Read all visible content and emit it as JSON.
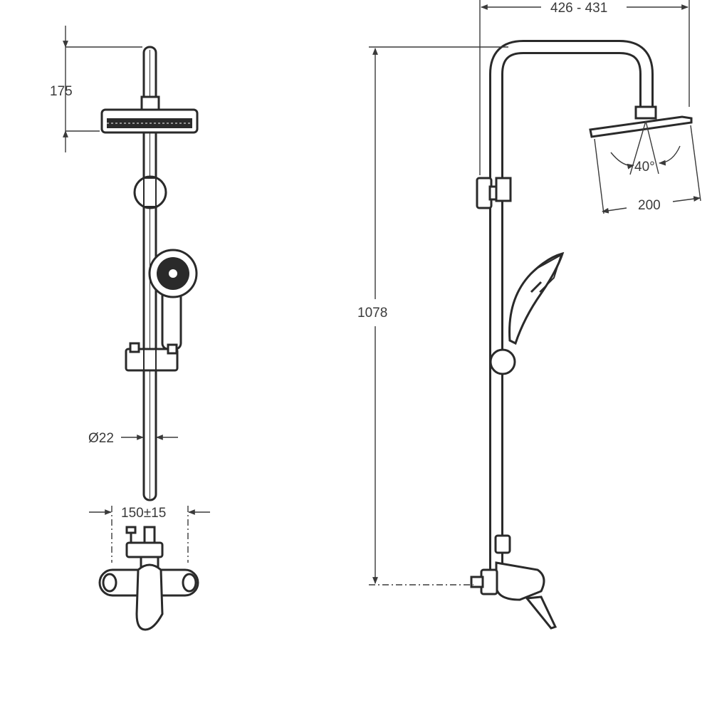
{
  "dimensions": {
    "head_drop": "175",
    "pipe_diameter": "Ø22",
    "inlet_spacing": "150±15",
    "total_height": "1078",
    "arm_reach": "426 - 431",
    "head_width": "200",
    "tilt_angle": "40°"
  }
}
